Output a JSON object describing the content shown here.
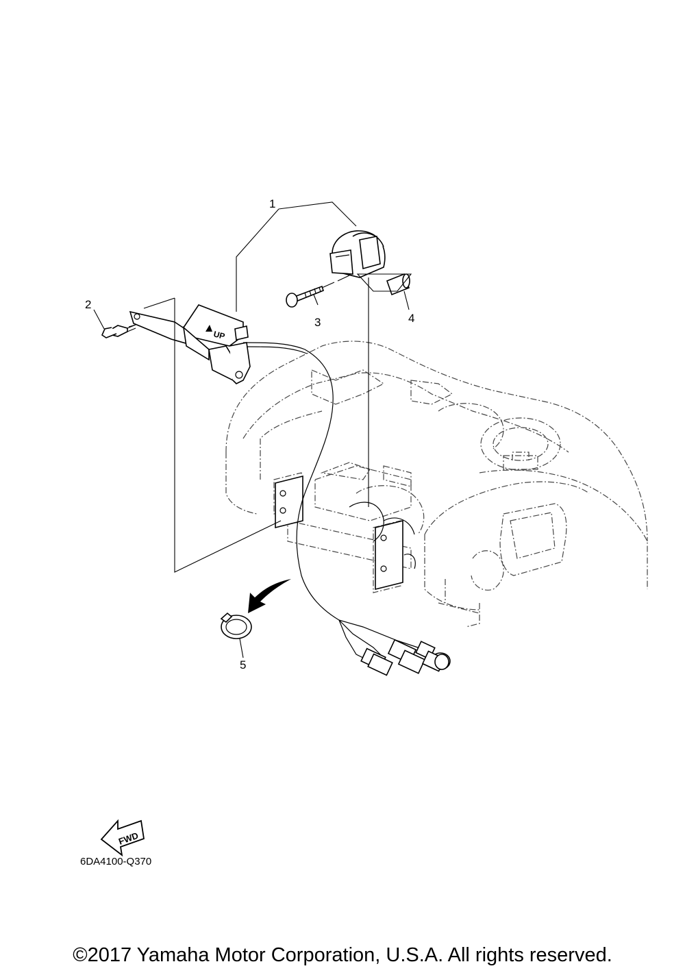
{
  "callouts": {
    "c1": "1",
    "c2": "2",
    "c3": "3",
    "c4": "4",
    "c5": "5"
  },
  "diagram_code": "6DA4100-Q370",
  "fwd_label": "FWD",
  "up_label": "UP",
  "copyright": "©2017 Yamaha Motor Corporation, U.S.A. All rights reserved."
}
